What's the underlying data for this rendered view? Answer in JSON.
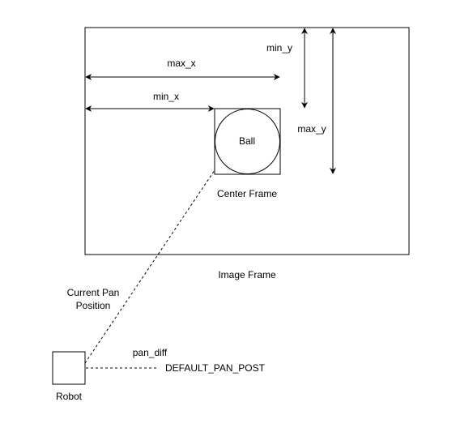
{
  "labels": {
    "max_x": "max_x",
    "min_x": "min_x",
    "min_y": "min_y",
    "max_y": "max_y",
    "ball": "Ball",
    "center_frame": "Center Frame",
    "image_frame": "Image Frame",
    "current_pan_line1": "Current Pan",
    "current_pan_line2": "Position",
    "pan_diff": "pan_diff",
    "default_pan_post": "DEFAULT_PAN_POST",
    "robot": "Robot"
  },
  "colors": {
    "stroke": "#000000",
    "background": "#ffffff"
  }
}
